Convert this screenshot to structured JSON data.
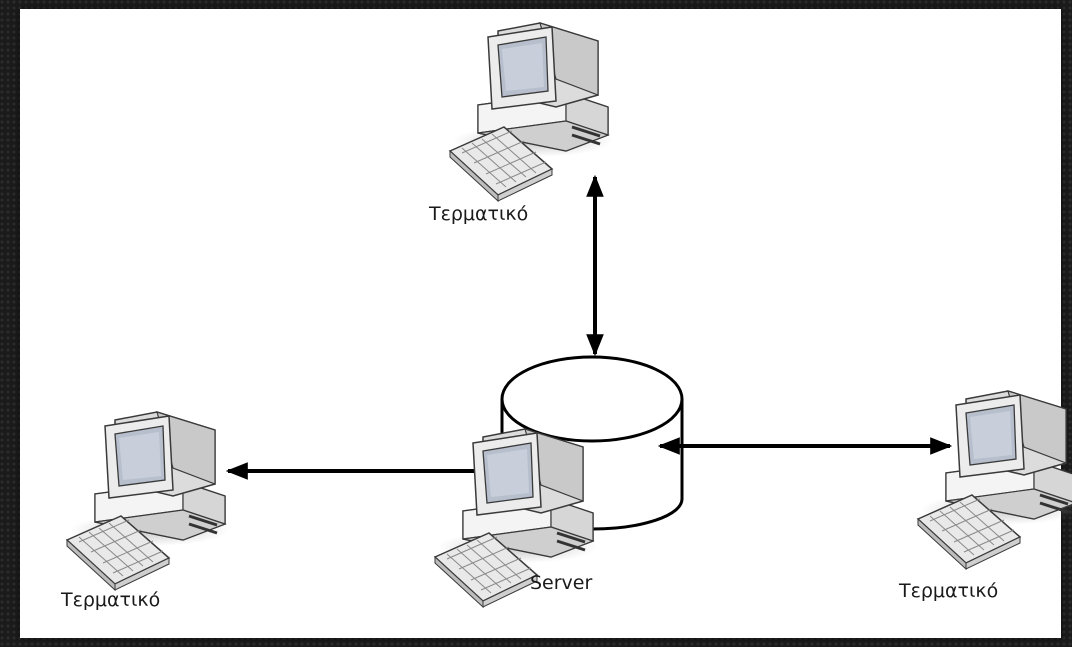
{
  "diagram": {
    "nodes": {
      "top": {
        "label": "Τερματικό"
      },
      "left": {
        "label": "Τερματικό"
      },
      "right": {
        "label": "Τερματικό"
      },
      "server": {
        "label": "Server"
      }
    },
    "colors": {
      "background": "#ffffff",
      "arrow": "#000000",
      "monitor_body": "#ececec",
      "screen": "#b7bfcd",
      "outline": "#3a3a3a"
    },
    "icons": [
      "computer-terminal-icon",
      "server-database-icon"
    ]
  }
}
